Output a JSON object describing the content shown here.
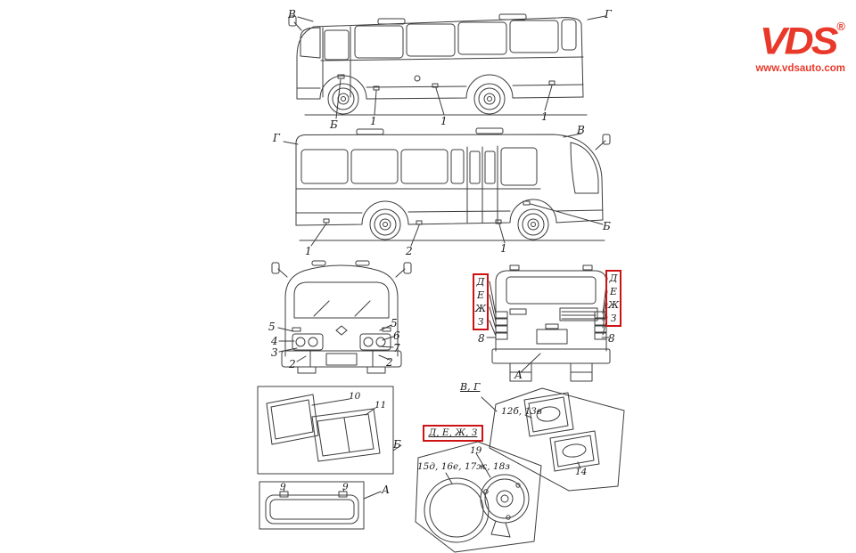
{
  "brand": {
    "logo_text": "VDS",
    "registered_mark": "®",
    "website": "www.vdsauto.com",
    "brand_color": "#e8392a"
  },
  "colors": {
    "highlight": "#cc1212",
    "line": "#3c3c3c"
  },
  "views": {
    "side_right": {
      "v": "В",
      "g": "Г",
      "b": "Б",
      "one_a": "1",
      "one_b": "1",
      "one_c": "1"
    },
    "side_left": {
      "g": "Г",
      "v": "В",
      "b": "Б",
      "one_a": "1",
      "two": "2",
      "one_b": "1"
    },
    "front": {
      "five_l": "5",
      "four": "4",
      "three": "3",
      "two_l": "2",
      "five_r": "5",
      "six": "6",
      "seven": "7",
      "two_r": "2"
    },
    "rear": {
      "left_stack": [
        "Д",
        "Е",
        "Ж",
        "З"
      ],
      "right_stack": [
        "Д",
        "Е",
        "Ж",
        "З"
      ],
      "eight_l": "8",
      "eight_r": "8",
      "a": "А"
    },
    "detail_b": {
      "ten": "10",
      "eleven": "11",
      "label": "Б"
    },
    "detail_a": {
      "nine_a": "9",
      "nine_b": "9",
      "label": "А"
    },
    "detail_vg": {
      "title": "В, Г",
      "twelve_thirteen": "12б, 13в",
      "fourteen": "14"
    },
    "detail_dezh": {
      "title": "Д, Е, Ж, З",
      "nineteen": "19",
      "parts": "15д, 16е, 17ж, 18з"
    }
  }
}
